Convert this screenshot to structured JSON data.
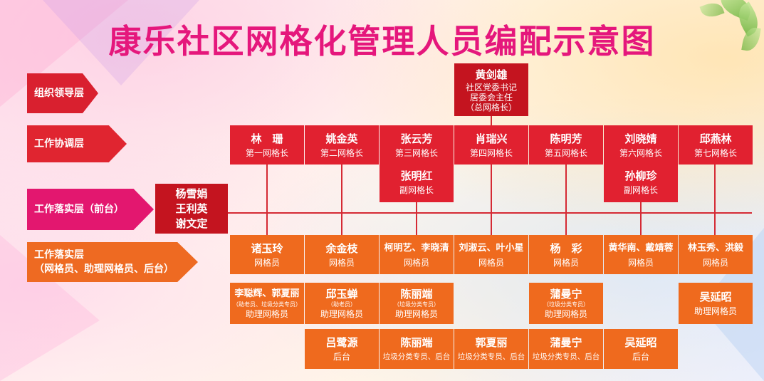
{
  "title": "康乐社区网格化管理人员编配示意图",
  "layers": {
    "leadership": "组织领导层",
    "coordination": "工作协调层",
    "frontdesk": "工作落实层（前台）",
    "grid_line1": "工作落实层",
    "grid_line2": "（网格员、助理网格员、后台）"
  },
  "leader": {
    "name": "黄剑雄",
    "role1": "社区党委书记",
    "role2": "居委会主任",
    "role3": "（总网格长）"
  },
  "frontdesk": {
    "p1": "杨雪娟",
    "p2": "王利英",
    "p3": "谢文定"
  },
  "managers": [
    {
      "name": "林　珊",
      "role": "第一网格长"
    },
    {
      "name": "姚金英",
      "role": "第二网格长"
    },
    {
      "name": "张云芳",
      "role": "第三网格长"
    },
    {
      "name": "肖瑞兴",
      "role": "第四网格长"
    },
    {
      "name": "陈明芳",
      "role": "第五网格长"
    },
    {
      "name": "刘晓婧",
      "role": "第六网格长"
    },
    {
      "name": "邱燕林",
      "role": "第七网格长"
    }
  ],
  "deputies": [
    {
      "name": "张明红",
      "role": "副网格长"
    },
    {
      "name": "孙柳珍",
      "role": "副网格长"
    }
  ],
  "gridworkers": [
    {
      "name": "诸玉玲",
      "role": "网格员"
    },
    {
      "name": "余金枝",
      "role": "网格员"
    },
    {
      "name": "柯明艺、李晓清",
      "role": "网格员"
    },
    {
      "name": "刘淑云、叶小星",
      "role": "网格员"
    },
    {
      "name": "杨　彩",
      "role": "网格员"
    },
    {
      "name": "黄华南、戴靖蓉",
      "role": "网格员"
    },
    {
      "name": "林玉秀、洪毅",
      "role": "网格员"
    }
  ],
  "assistants": [
    {
      "name": "李聪辉、郭夏丽",
      "note": "（助老员、垃圾分类专员）",
      "role": "助理网格员"
    },
    {
      "name": "邱玉蝉",
      "note": "（助老员）",
      "role": "助理网格员"
    },
    {
      "name": "陈丽端",
      "note": "（垃圾分类专员）",
      "role": "助理网格员"
    },
    {
      "name": "蒲曼宁",
      "note": "（垃圾分类专员）",
      "role": "助理网格员"
    },
    {
      "name": "吴延昭",
      "role": "助理网格员"
    }
  ],
  "backoffice": [
    {
      "name": "吕鹭源",
      "role": "后台"
    },
    {
      "name": "陈丽端",
      "role": "垃圾分类专员、后台"
    },
    {
      "name": "郭夏丽",
      "role": "垃圾分类专员、后台"
    },
    {
      "name": "蒲曼宁",
      "role": "垃圾分类专员、后台"
    },
    {
      "name": "吴延昭",
      "role": "后台"
    }
  ],
  "colors": {
    "title": "#e5177c",
    "layer_red": "#d9202f",
    "layer_pink": "#e3176f",
    "layer_orange": "#ee6a22",
    "box_red": "#e12130",
    "box_orange": "#ef6a1e"
  }
}
